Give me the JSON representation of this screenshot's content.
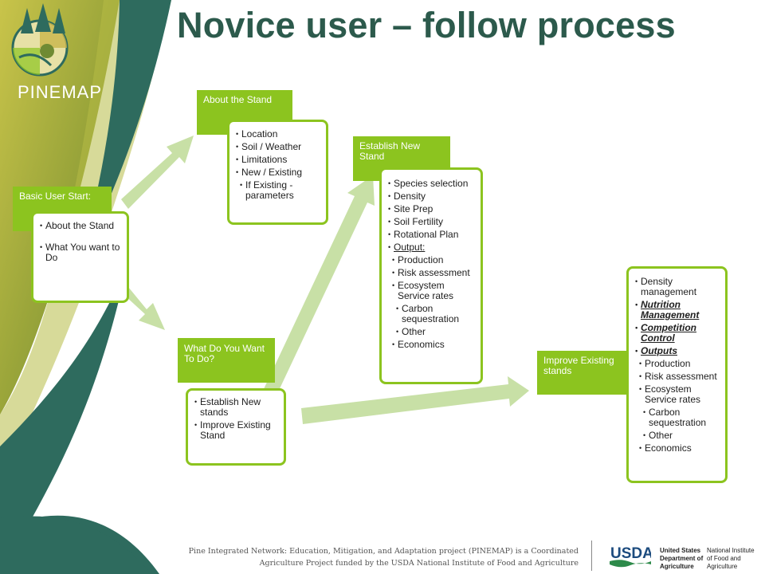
{
  "title": "Novice user – follow process",
  "logo": {
    "text": "PINEMAP"
  },
  "colors": {
    "accent": "#8cc41f",
    "title": "#2c5a4c",
    "arrow": "#c8e0a6"
  },
  "boxes": {
    "basic": {
      "tab": "Basic User Start:",
      "items": [
        "About the Stand",
        "What You want to Do"
      ]
    },
    "about": {
      "tab": "About the Stand",
      "items": [
        "Location",
        "Soil / Weather",
        "Limitations",
        "New / Existing",
        "If Existing - parameters"
      ]
    },
    "what": {
      "tab": "What Do You Want To Do?",
      "items": [
        "Establish New stands",
        "Improve Existing Stand"
      ]
    },
    "establish": {
      "tab": "Establish New Stand",
      "items": [
        "Species selection",
        "Density",
        "Site Prep",
        "Soil Fertility",
        "Rotational Plan",
        "Output:",
        "Production",
        "Risk assessment",
        "Ecosystem Service rates",
        "Carbon sequestration",
        "Other",
        "Economics"
      ]
    },
    "improve": {
      "tab": "Improve Existing stands",
      "items": [
        "Density management",
        "Nutrition Management",
        "Competition Control",
        "Outputs",
        "Production",
        "Risk assessment",
        "Ecosystem Service rates",
        "Carbon sequestration",
        "Other",
        "Economics"
      ]
    }
  },
  "footer": {
    "line1": "Pine Integrated Network: Education, Mitigation, and Adaptation project (PINEMAP) is a Coordinated",
    "line2": "Agriculture Project funded by the USDA National Institute of Food and Agriculture",
    "usda": "USDA",
    "dept_line1": "United States",
    "dept_line2": "Department of",
    "dept_line3": "Agriculture",
    "nifa_line1": "National Institute",
    "nifa_line2": "of Food and",
    "nifa_line3": "Agriculture"
  }
}
